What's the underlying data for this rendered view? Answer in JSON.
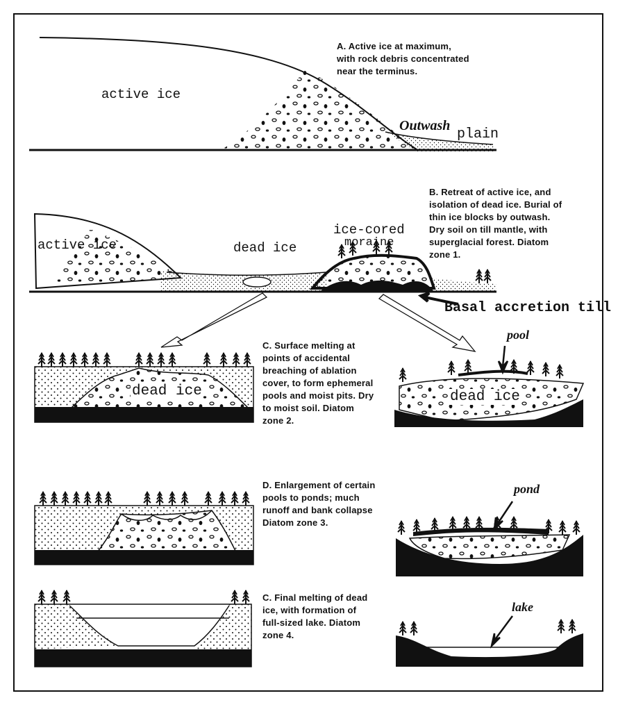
{
  "panelA": {
    "caption": "A. Active ice at maximum,\nwith rock debris concentrated\nnear the terminus.",
    "label_active_ice": "active ice",
    "label_outwash": "Outwash",
    "label_plain": "plain"
  },
  "panelB": {
    "caption": "B. Retreat of active ice, and\nisolation of dead ice. Burial of\nthin ice blocks by outwash.\nDry soil on till mantle, with\nsuperglacial forest. Diatom\nzone 1.",
    "label_active_ice": "active ice",
    "label_dead_ice": "dead ice",
    "label_ice_cored": "ice-cored",
    "label_moraine": "moraine",
    "label_basal": "Basal accretion till"
  },
  "panelC": {
    "caption": "C. Surface melting at\npoints of accidental\nbreaching of ablation\ncover, to form ephemeral\npools and moist pits. Dry\nto moist soil. Diatom\nzone 2.",
    "label_dead_ice_left": "dead ice",
    "label_dead_ice_right": "dead ice",
    "label_pool": "pool"
  },
  "panelD": {
    "caption": "D. Enlargement of certain\npools to ponds; much\nrunoff and bank collapse\nDiatom zone 3.",
    "label_pond": "pond"
  },
  "panelE": {
    "caption": "C. Final melting of dead\nice, with formation of\nfull-sized lake. Diatom\nzone 4.",
    "label_lake": "lake"
  }
}
